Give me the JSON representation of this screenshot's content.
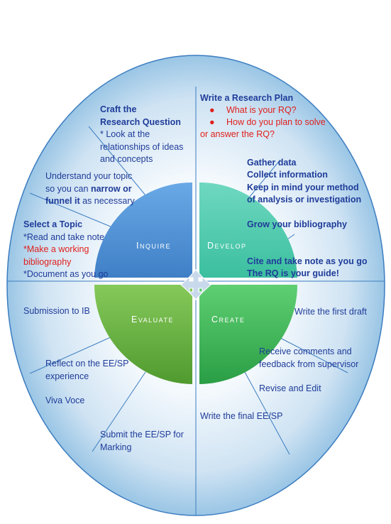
{
  "quadrants": {
    "inquire": "Inquire",
    "develop": "Develop",
    "evaluate": "Evaluate",
    "create": "Create"
  },
  "colors": {
    "inquire": "#4d8fd6",
    "develop": "#4fc9ad",
    "evaluate": "#6fb83f",
    "create": "#3fb55f",
    "text": "#1f3c99",
    "highlight": "#e0201c"
  },
  "icons": {
    "center": "four-way-arrow-icon"
  },
  "steps": {
    "craft_question": {
      "line1": "Craft the",
      "line2": "Research Question",
      "line3": "* Look at the",
      "line4": "relationships of ideas",
      "line5": "and concepts"
    },
    "understand_topic": {
      "line1": "Understand your topic",
      "line2_pre": "so you can ",
      "line2_bold": "narrow or",
      "line3_bold": "funnel it",
      "line3_post": "  as necessary"
    },
    "select_topic": {
      "line1": "Select a Topic",
      "line2": "*Read and take note",
      "line3": "*Make a working",
      "line4": "bibliography",
      "line5": "*Document as you go"
    },
    "research_plan": {
      "title": "Write a Research Plan",
      "bullet1": "What is your RQ?",
      "bullet2": "How do you plan to solve",
      "bullet2_cont": "or answer the RQ?"
    },
    "gather_data": {
      "line1": "Gather data",
      "line2": "Collect information",
      "line3": "Keep in mind your method",
      "line4": "of analysis or investigation"
    },
    "bibliography": {
      "line1": "Grow your bibliography"
    },
    "cite": {
      "line1": "Cite and take note as you go",
      "line2": "The RQ is your guide!"
    },
    "first_draft": {
      "line1": "Write the first draft"
    },
    "comments": {
      "line1": "Receive comments and",
      "line2": "feedback from supervisor"
    },
    "revise": {
      "line1": "Revise and Edit"
    },
    "final": {
      "line1": "Write the final EE/SP"
    },
    "submit": {
      "line1": "Submit the EE/SP for",
      "line2": "Marking"
    },
    "reflect": {
      "line1": "Reflect on the EE/SP",
      "line2": "experience"
    },
    "viva": {
      "line1": "Viva Voce"
    },
    "submission_ib": {
      "line1": "Submission to IB"
    }
  }
}
